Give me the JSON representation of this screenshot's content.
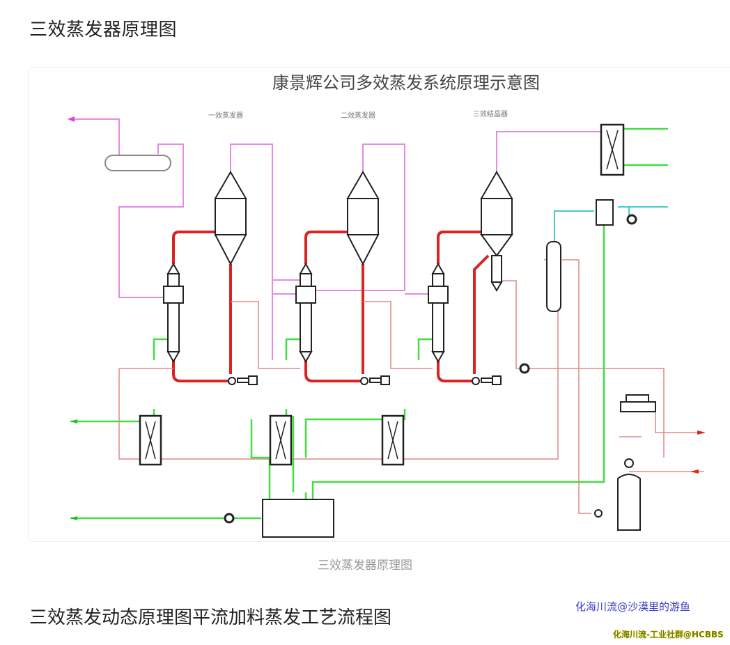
{
  "section1": {
    "heading": "三效蒸发器原理图"
  },
  "figure": {
    "diagram_title": "康景辉公司多效蒸发系统原理示意图",
    "effect_labels": [
      "一效蒸发器",
      "二效蒸发器",
      "三效结晶器"
    ],
    "caption": "三效蒸发器原理图",
    "colors": {
      "steam": "#e070e0",
      "condensate": "#33dd33",
      "feed_red": "#dd2222",
      "pipe_pink": "#e08080",
      "cooling": "#33cccc",
      "equipment": "#222222"
    }
  },
  "section2": {
    "heading": "三效蒸发动态原理图平流加料蒸发工艺流程图"
  },
  "watermarks": {
    "line1": "化海川流@沙漠里的游鱼",
    "line2": "化海川流-工业社群@HCBBS"
  }
}
